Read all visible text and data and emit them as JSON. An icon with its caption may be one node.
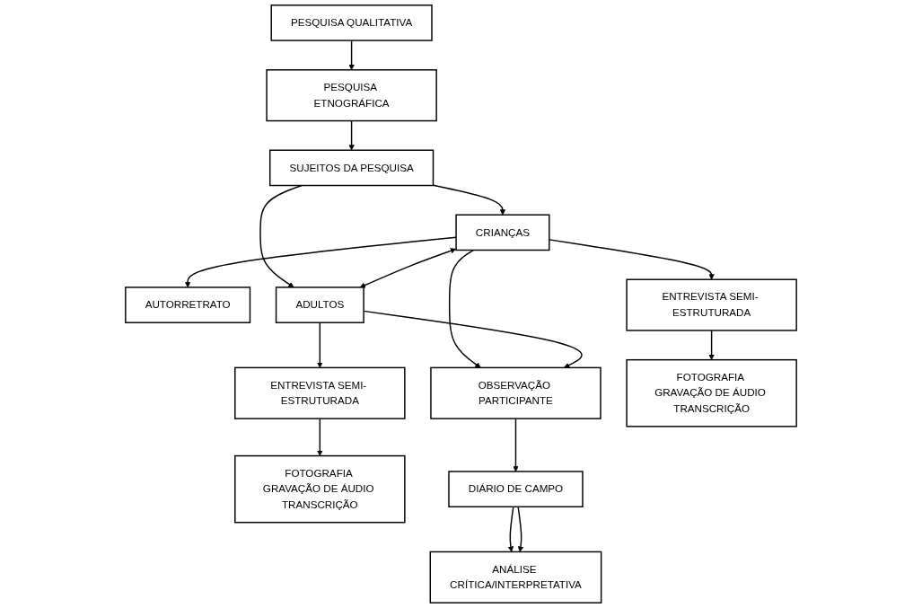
{
  "diagram": {
    "nodes": [
      {
        "text": [
          "PESQUISA QUALITATIVA"
        ]
      },
      {
        "text": [
          "PESQUISA ETNOGRÁFICA"
        ]
      },
      {
        "text": [
          "SUJEITOS DA PESQUISA"
        ]
      },
      {
        "text": [
          "AUTORRETRATO"
        ]
      },
      {
        "text": [
          "CRIANÇAS"
        ]
      },
      {
        "text": [
          "ADULTOS"
        ]
      },
      {
        "text": [
          "ENTREVISTA SEMI- ESTRUTURADA"
        ]
      },
      {
        "text": [
          "ENTREVISTA SEMI- ESTRUTURADA"
        ]
      },
      {
        "text": [
          "OBSERVAÇÃO PARTICIPANTE"
        ]
      },
      {
        "text": [
          "FOTOGRAFIA GRAVAÇÃO DE ÁUDIO TRANSCRIÇÃO"
        ]
      },
      {
        "text": [
          "FOTOGRAFIA GRAVAÇÃO DE ÁUDIO TRANSCRIÇÃO"
        ]
      },
      {
        "text": [
          "DIÁRIO DE CAMPO"
        ]
      },
      {
        "text": [
          "ANÁLISE CRÍTICA/INTERPRETATIVA"
        ]
      }
    ],
    "edges": [
      {
        "from": 0,
        "to": 1,
        "arrow": "to"
      },
      {
        "from": 1,
        "to": 2,
        "arrow": "to"
      },
      {
        "from": 2,
        "to": 4,
        "arrow": "to"
      },
      {
        "from": 2,
        "to": 5,
        "arrow": "to"
      },
      {
        "from": 4,
        "to": 3,
        "arrow": "to"
      },
      {
        "from": 4,
        "to": 7,
        "arrow": "to"
      },
      {
        "from": 4,
        "to": 5,
        "arrow": "both"
      },
      {
        "from": 4,
        "to": 8,
        "arrow": "to"
      },
      {
        "from": 5,
        "to": 8,
        "arrow": "to"
      },
      {
        "from": 5,
        "to": 6,
        "arrow": "to"
      },
      {
        "from": 6,
        "to": 10,
        "arrow": "to"
      },
      {
        "from": 7,
        "to": 9,
        "arrow": "to"
      },
      {
        "from": 8,
        "to": 11,
        "arrow": "to"
      },
      {
        "from": 11,
        "to": 12,
        "arrow": "to"
      },
      {
        "from": 11,
        "to": 12,
        "arrow": "to"
      }
    ]
  }
}
